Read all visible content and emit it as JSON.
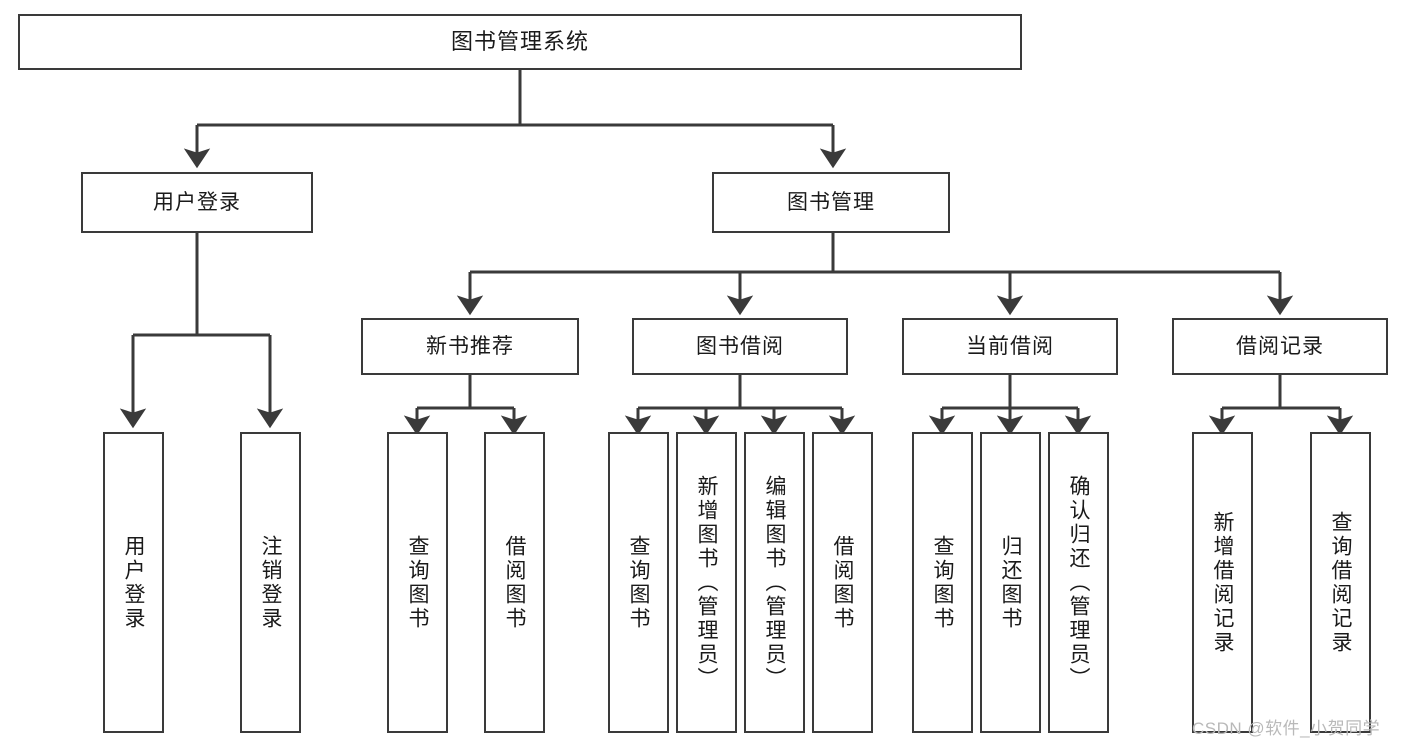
{
  "diagram": {
    "title": "图书管理系统",
    "orientation": "top-down-tree",
    "colors": {
      "background": "#ffffff",
      "node_fill": "#ffffff",
      "node_stroke": "#3a3a3a",
      "edge_stroke": "#3a3a3a",
      "text": "#1a1a1a",
      "watermark": "#b9b9b9"
    }
  },
  "nodes": {
    "root": {
      "label": "图书管理系统"
    },
    "level2": {
      "user_login": {
        "label": "用户登录"
      },
      "book_manage": {
        "label": "图书管理"
      }
    },
    "level3": {
      "new_book_rec": {
        "label": "新书推荐"
      },
      "book_borrow": {
        "label": "图书借阅"
      },
      "current_borrow": {
        "label": "当前借阅"
      },
      "borrow_record": {
        "label": "借阅记录"
      }
    },
    "leaves": {
      "user_login_children": [
        {
          "label": "用户登录"
        },
        {
          "label": "注销登录"
        }
      ],
      "new_book_rec_children": [
        {
          "label": "查询图书"
        },
        {
          "label": "借阅图书"
        }
      ],
      "book_borrow_children": [
        {
          "label": "查询图书"
        },
        {
          "label": "新增图书（管理员）"
        },
        {
          "label": "编辑图书（管理员）"
        },
        {
          "label": "借阅图书"
        }
      ],
      "current_borrow_children": [
        {
          "label": "查询图书"
        },
        {
          "label": "归还图书"
        },
        {
          "label": "确认归还（管理员）"
        }
      ],
      "borrow_record_children": [
        {
          "label": "新增借阅记录"
        },
        {
          "label": "查询借阅记录"
        }
      ]
    }
  },
  "watermark": {
    "text": "CSDN @软件_小贺同学"
  }
}
